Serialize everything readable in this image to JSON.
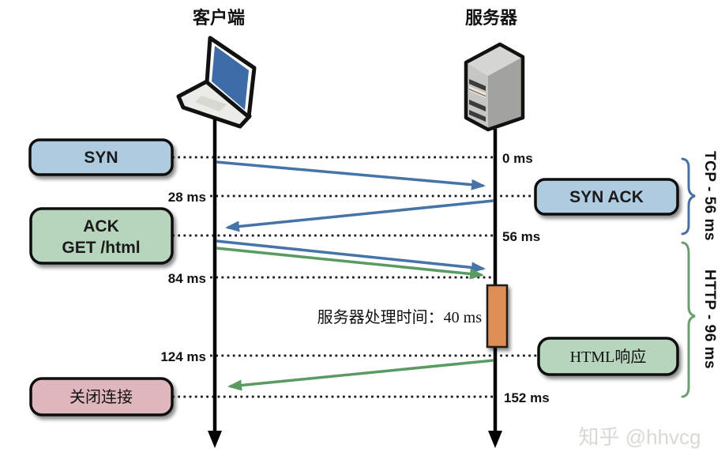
{
  "page": {
    "watermark": "知乎 @hhvcg"
  },
  "diagram": {
    "title_client": "客户端",
    "title_server": "服务器",
    "timeline": {
      "t0": "0 ms",
      "t28": "28 ms",
      "t56": "56 ms",
      "t84": "84 ms",
      "t124": "124 ms",
      "t152": "152 ms"
    },
    "messages": {
      "syn": "SYN",
      "syn_ack": "SYN ACK",
      "ack": "ACK",
      "get_html": "GET /html",
      "html_response": "HTML响应",
      "close": "关闭连接"
    },
    "processing_label": "服务器处理时间：40 ms",
    "phase_tcp": "TCP - 56 ms",
    "phase_http": "HTTP - 96 ms",
    "colors": {
      "box_blue": "#aecbe0",
      "box_green": "#b7d5bc",
      "box_pink": "#dfb6bb",
      "arrow_blue": "#4673a8",
      "arrow_green": "#5a9b63",
      "brace_blue": "#4a6fa5",
      "brace_green": "#6d9e70",
      "processing_orange": "#dd8e55",
      "laptop_screen": "#3d6ba5",
      "server_side": "#a2a29e"
    }
  }
}
